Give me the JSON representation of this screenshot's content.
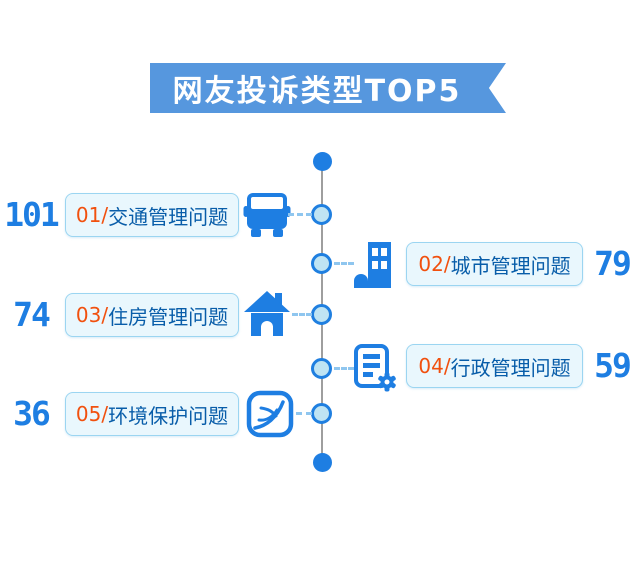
{
  "title": {
    "text": "网友投诉类型TOP5"
  },
  "colors": {
    "ribbon_blue": "#5697DE",
    "icon_blue": "#1E7EE2",
    "number_blue": "#1E7EE2",
    "rank_orange": "#F1500E",
    "label_dark_blue": "#085DA9",
    "box_background": "#E9F7FD",
    "box_border": "#9BD5F1",
    "node_fill": "#BFE4F3",
    "timeline_gray": "#9E9E9E",
    "dash_light_blue": "#8FC6EF"
  },
  "chart_data": {
    "type": "table",
    "title": "网友投诉类型TOP5",
    "categories": [
      "交通管理问题",
      "城市管理问题",
      "住房管理问题",
      "行政管理问题",
      "环境保护问题"
    ],
    "values": [
      101,
      79,
      74,
      59,
      36
    ],
    "ranks": [
      "01",
      "02",
      "03",
      "04",
      "05"
    ],
    "layout": "vertical timeline, items alternate left/right, ranked descending"
  },
  "items": [
    {
      "rank": "01/",
      "label": "交通管理问题",
      "value": "101",
      "side": "left",
      "icon": "bus-icon"
    },
    {
      "rank": "02/",
      "label": "城市管理问题",
      "value": "79",
      "side": "right",
      "icon": "building-icon"
    },
    {
      "rank": "03/",
      "label": "住房管理问题",
      "value": "74",
      "side": "left",
      "icon": "house-icon"
    },
    {
      "rank": "04/",
      "label": "行政管理问题",
      "value": "59",
      "side": "right",
      "icon": "document-icon"
    },
    {
      "rank": "05/",
      "label": "环境保护问题",
      "value": "36",
      "side": "left",
      "icon": "leaf-icon"
    }
  ]
}
